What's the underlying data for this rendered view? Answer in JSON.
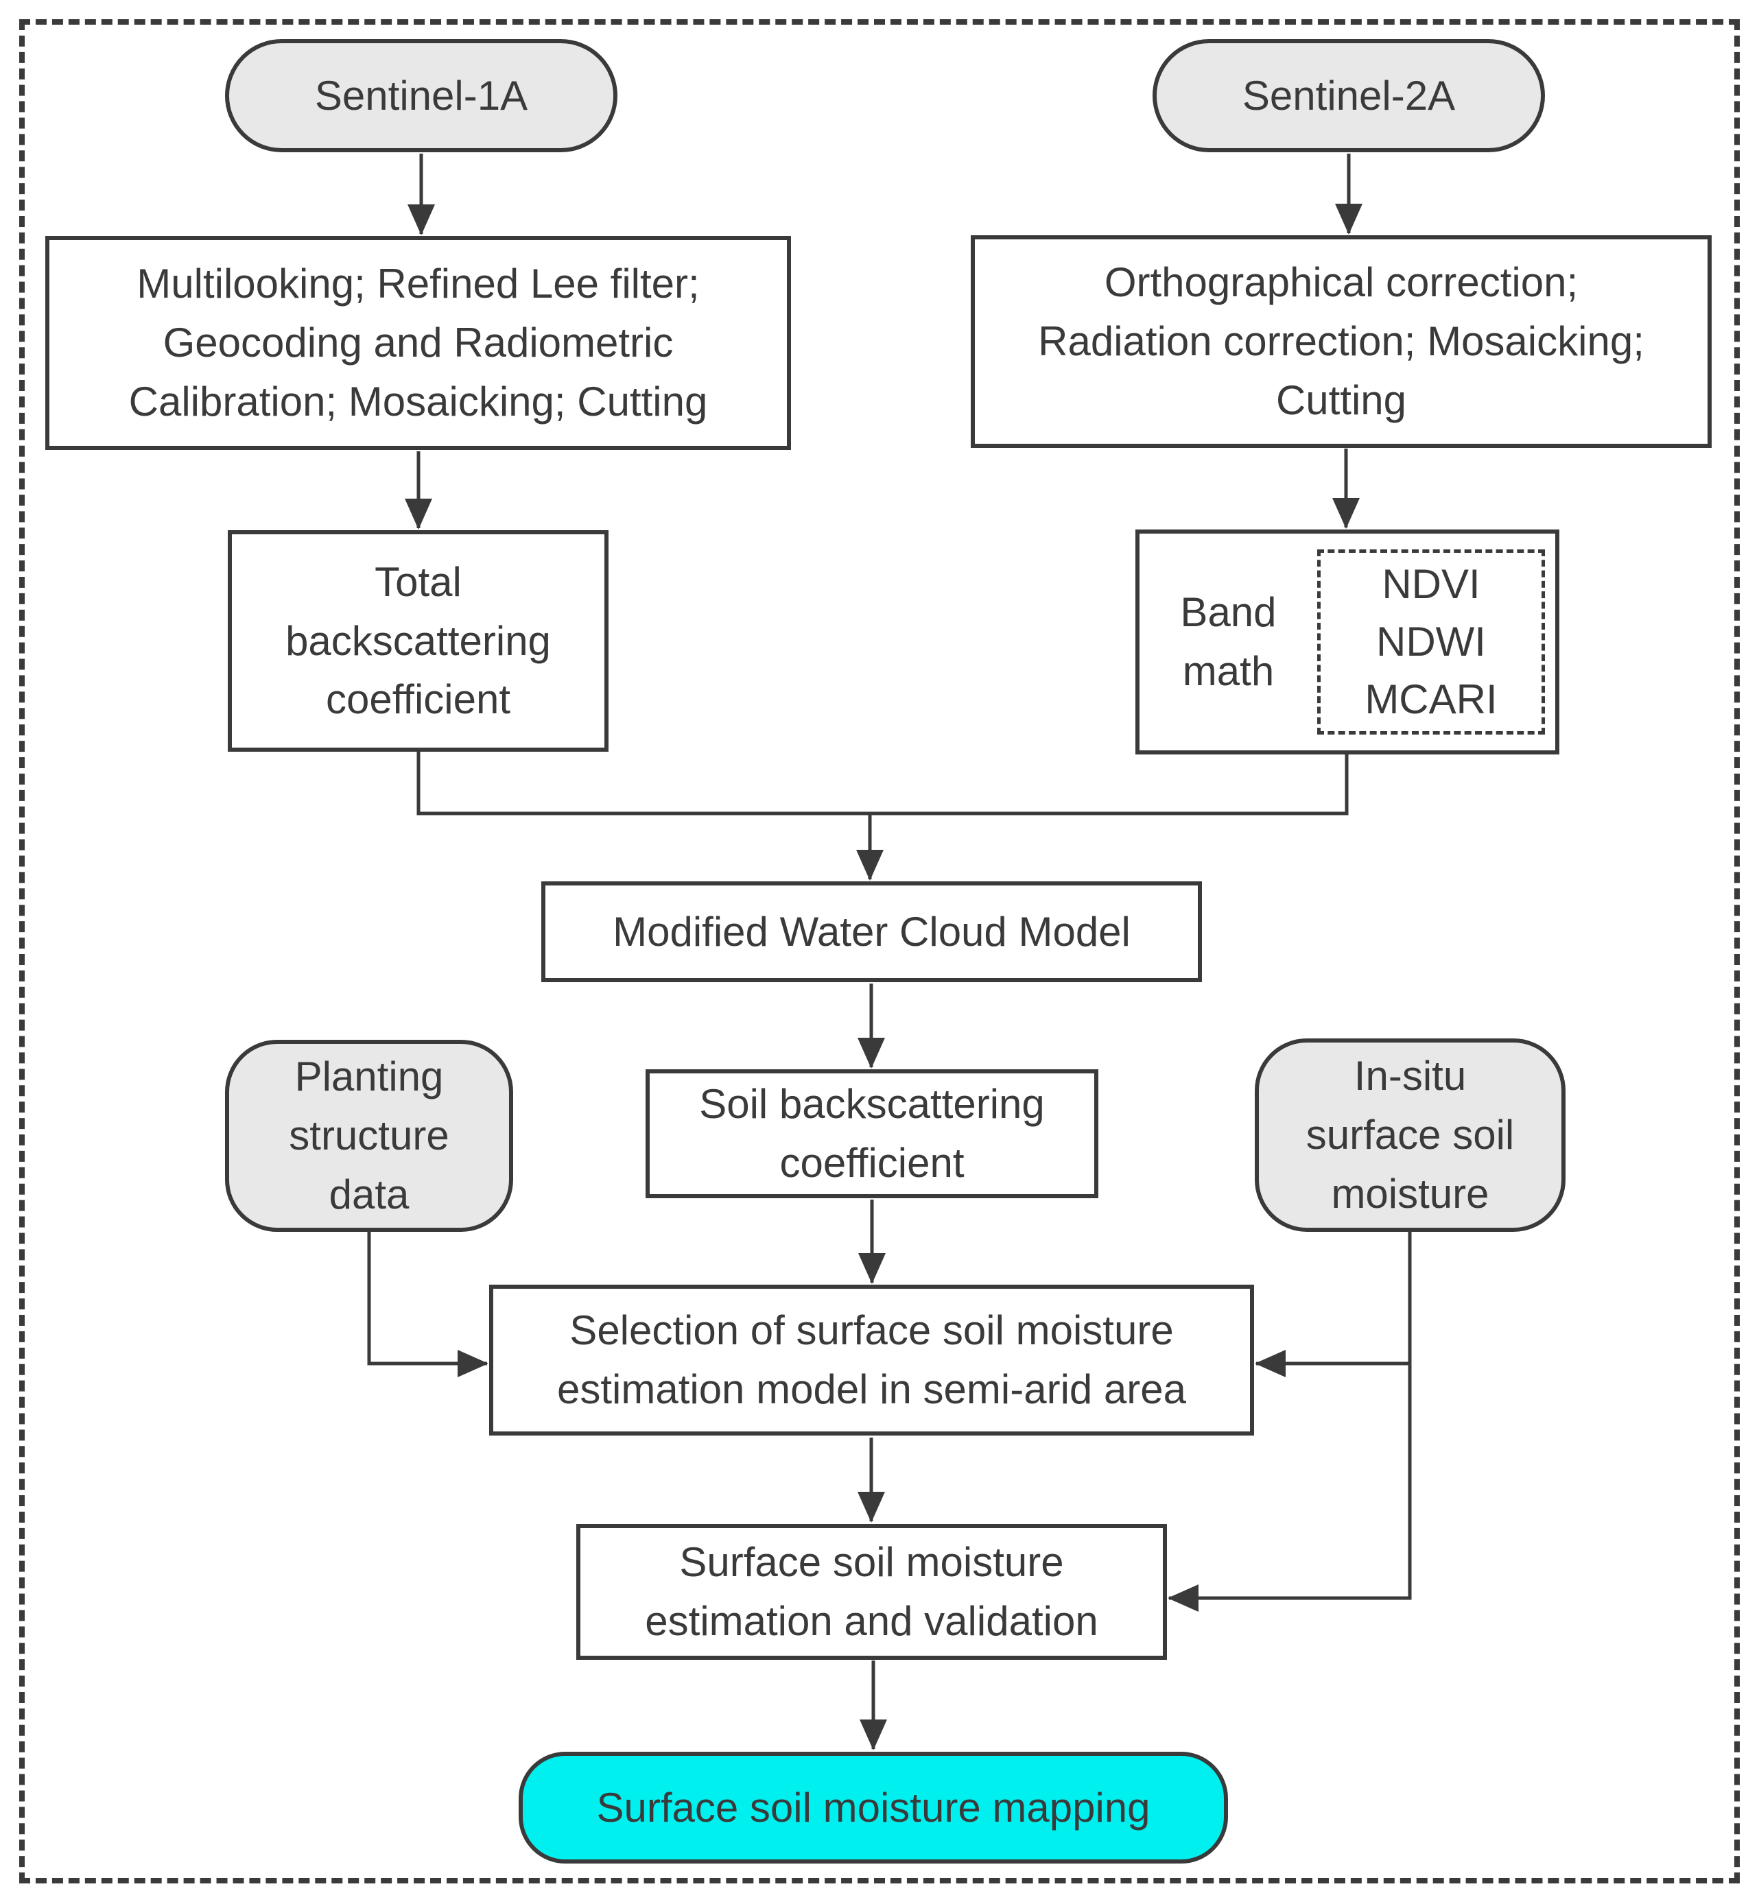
{
  "colors": {
    "background": "#ffffff",
    "node_border": "#3a3a3a",
    "text": "#3a3a3a",
    "connector": "#3a3a3a",
    "pill_fill": "#e8e8e8",
    "process_fill": "#ffffff",
    "highlight_fill": "#00f0f0"
  },
  "nodes": {
    "sentinel_1a": {
      "label": "Sentinel-1A"
    },
    "s1_preprocessing": {
      "label": "Multilooking; Refined Lee filter;\nGeocoding and Radiometric\nCalibration; Mosaicking; Cutting"
    },
    "sentinel_2a": {
      "label": "Sentinel-2A"
    },
    "s2_preprocessing": {
      "label": "Orthographical correction;\nRadiation correction; Mosaicking;\nCutting"
    },
    "total_backscattering": {
      "label": "Total\nbackscattering\ncoefficient"
    },
    "band_math": {
      "label": "Band\nmath",
      "indices": "NDVI\nNDWI\nMCARI"
    },
    "modified_water_cloud_model": {
      "label": "Modified Water Cloud Model"
    },
    "soil_backscattering": {
      "label": "Soil backscattering\ncoefficient"
    },
    "planting_structure": {
      "label": "Planting\nstructure\ndata"
    },
    "in_situ": {
      "label": "In-situ\nsurface soil\nmoisture"
    },
    "model_selection": {
      "label": "Selection of surface soil moisture\nestimation model in semi-arid area"
    },
    "estimation_validation": {
      "label": "Surface soil moisture\nestimation and validation"
    },
    "mapping": {
      "label": "Surface soil moisture mapping"
    }
  }
}
